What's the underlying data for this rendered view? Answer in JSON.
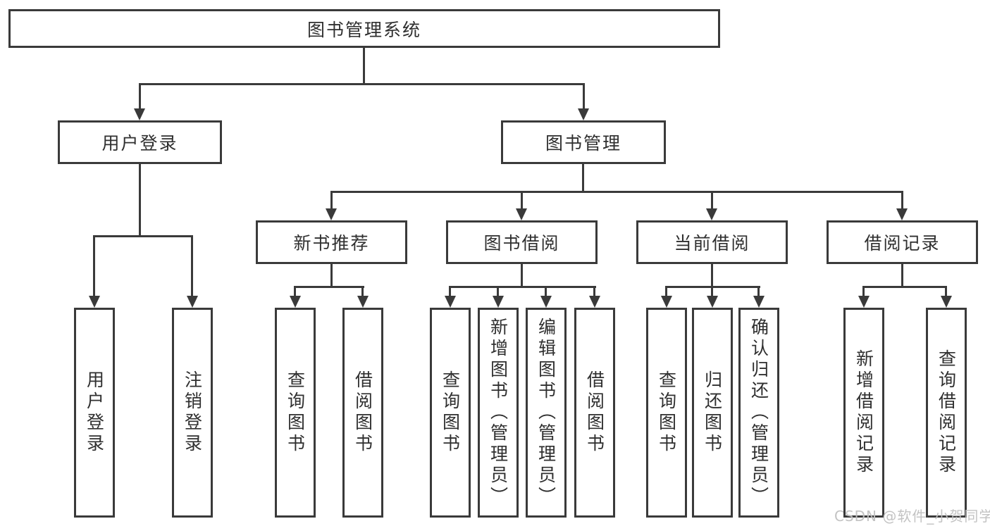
{
  "colors": {
    "line": "#3a3a3a",
    "text": "#2f2f2f",
    "watermark": "#c0c0c0",
    "background": "#ffffff"
  },
  "watermark": {
    "text": "CSDN @软件_小贺同学"
  },
  "tree": {
    "root": {
      "label": "图书管理系统"
    },
    "login_branch": {
      "label": "用户登录",
      "children": [
        {
          "label": "用户登录"
        },
        {
          "label": "注销登录"
        }
      ]
    },
    "mgmt_branch": {
      "label": "图书管理",
      "sections": [
        {
          "label": "新书推荐",
          "children": [
            {
              "label": "查询图书"
            },
            {
              "label": "借阅图书"
            }
          ]
        },
        {
          "label": "图书借阅",
          "children": [
            {
              "label": "查询图书"
            },
            {
              "label": "新增图书（管理员）"
            },
            {
              "label": "编辑图书（管理员）"
            },
            {
              "label": "借阅图书"
            }
          ]
        },
        {
          "label": "当前借阅",
          "children": [
            {
              "label": "查询图书"
            },
            {
              "label": "归还图书"
            },
            {
              "label": "确认归还（管理员）"
            }
          ]
        },
        {
          "label": "借阅记录",
          "children": [
            {
              "label": "新增借阅记录"
            },
            {
              "label": "查询借阅记录"
            }
          ]
        }
      ]
    }
  }
}
